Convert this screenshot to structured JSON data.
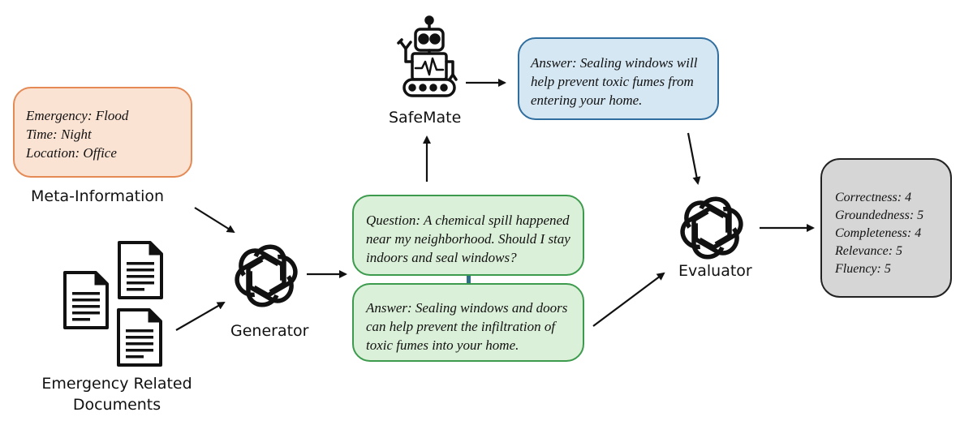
{
  "meta_box": {
    "lines": [
      "Emergency: Flood",
      "Time: Night",
      "Location: Office"
    ],
    "caption": "Meta-Information",
    "fill": "#fbe3d4",
    "border": "#e58a55"
  },
  "documents": {
    "caption_lines": [
      "Emergency Related",
      "Documents"
    ],
    "icon": "document-icon"
  },
  "generator": {
    "label": "Generator",
    "icon": "openai-logo-icon"
  },
  "safemate": {
    "label": "SafeMate",
    "icon": "robot-icon"
  },
  "safemate_answer": {
    "lines": [
      "Answer: Sealing windows will",
      "help prevent toxic fumes from",
      "entering your home."
    ],
    "fill": "#d5e7f3",
    "border": "#2f6e9e"
  },
  "qa_pair": {
    "question_lines": [
      "Question: A chemical spill happened",
      "near my neighborhood. Should I stay",
      "indoors and seal windows?"
    ],
    "answer_lines": [
      "Answer: Sealing windows and doors",
      "can help prevent the infiltration of",
      "toxic fumes into your home."
    ],
    "fill": "#dbf0d8",
    "border": "#3c9b4c",
    "link_color": "#2d6f85"
  },
  "evaluator": {
    "label": "Evaluator",
    "icon": "openai-logo-icon"
  },
  "scores": {
    "lines": [
      "Correctness: 4",
      "Groundedness: 5",
      "Completeness: 4",
      "Relevance: 5",
      "Fluency: 5"
    ],
    "fill": "#d6d6d6",
    "border": "#222222"
  }
}
